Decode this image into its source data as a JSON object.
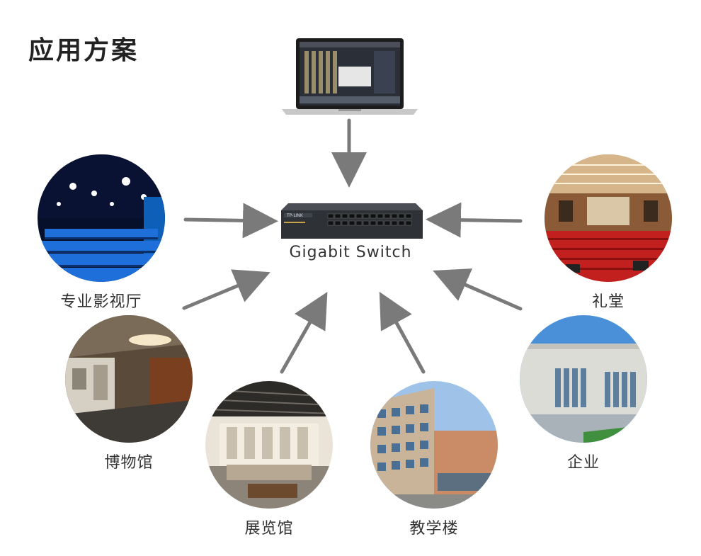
{
  "title": "应用方案",
  "center": {
    "label": "Gigabit Switch",
    "brand": "TP-LINK"
  },
  "nodes": {
    "cinema": "专业影视厅",
    "auditorium": "礼堂",
    "museum": "博物馆",
    "exhibition": "展览馆",
    "teaching": "教学楼",
    "enterprise": "企业"
  },
  "colors": {
    "arrow": "#7a7a7a",
    "title": "#222222",
    "label": "#333333"
  },
  "icons": {
    "source": "laptop-icon",
    "hub": "network-switch-icon"
  }
}
